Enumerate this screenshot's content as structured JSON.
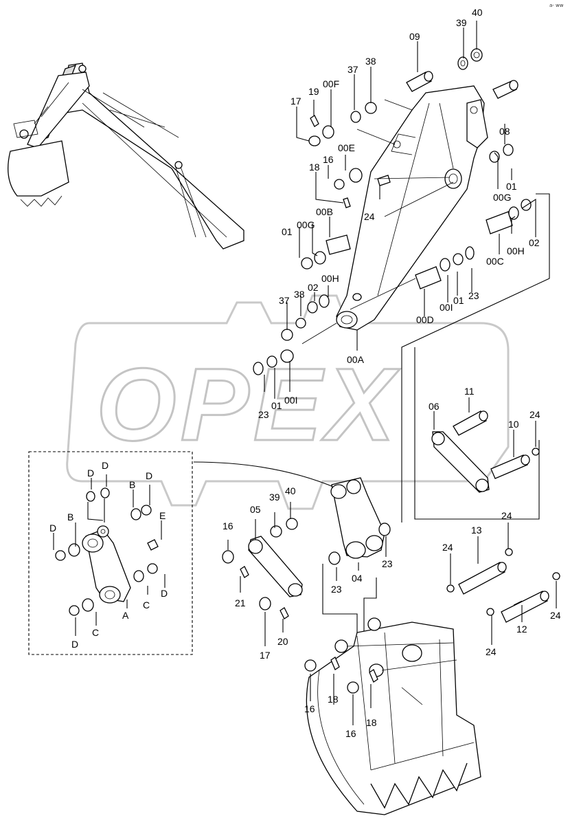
{
  "watermark": {
    "text": "OPEX"
  },
  "corner_mark": "a- ww",
  "labels": {
    "p09": "09",
    "p39a": "39",
    "p40a": "40",
    "p37a": "37",
    "p38a": "38",
    "p17a": "17",
    "p19": "19",
    "p00F": "00F",
    "p08": "08",
    "p00E": "00E",
    "p16a": "16",
    "p18a": "18",
    "p00G_a": "00G",
    "p01a": "01",
    "p24a": "24",
    "p00B": "00B",
    "p01b": "01",
    "p00G_b": "00G",
    "p02a": "02",
    "p00H_a": "00H",
    "p00C": "00C",
    "p00H_b": "00H",
    "p02b": "02",
    "p38b": "38",
    "p37b": "37",
    "p00D": "00D",
    "p00I_a": "00I",
    "p01c": "01",
    "p23a": "23",
    "p00A": "00A",
    "p23b": "23",
    "p01d": "01",
    "p00I_b": "00I",
    "p11": "11",
    "p06": "06",
    "p10": "10",
    "p24b": "24",
    "dD1": "D",
    "dD2": "D",
    "dD3": "D",
    "dB1": "B",
    "dB2": "B",
    "dE": "E",
    "dD4": "D",
    "dC1": "C",
    "dD5": "D",
    "dA": "A",
    "dC2": "C",
    "dD6": "D",
    "p16b": "16",
    "p05": "05",
    "p39b": "39",
    "p40b": "40",
    "p21": "21",
    "p17b": "17",
    "p20": "20",
    "p04": "04",
    "p23c": "23",
    "p23d": "23",
    "p24c": "24",
    "p13": "13",
    "p24d": "24",
    "p24e": "24",
    "p12": "12",
    "p24f": "24",
    "p16c": "16",
    "p18b": "18",
    "p16d": "16",
    "p18c": "18"
  }
}
